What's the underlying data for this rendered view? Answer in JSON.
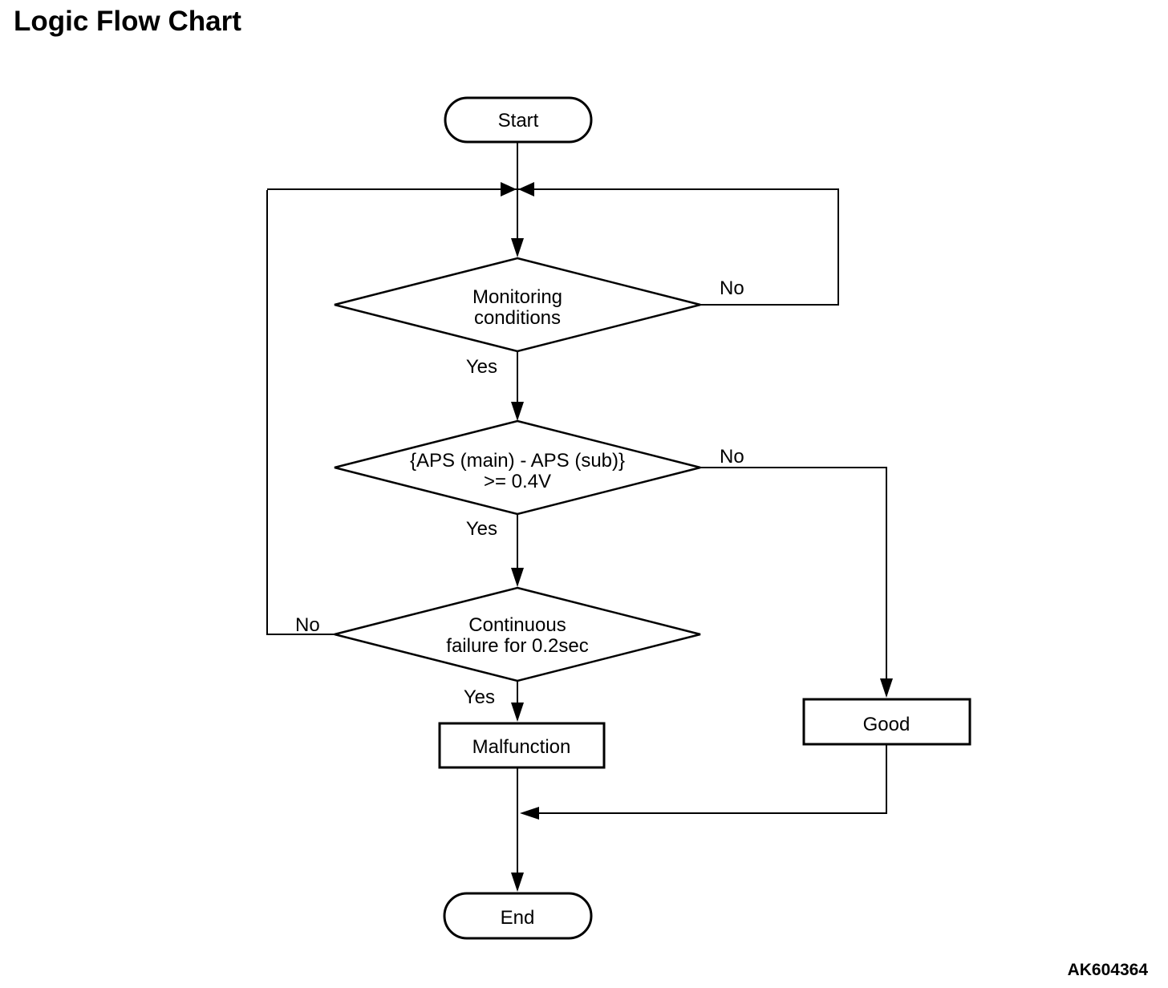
{
  "page": {
    "title": "Logic Flow Chart",
    "figure_code": "AK604364"
  },
  "flowchart": {
    "nodes": {
      "start": {
        "type": "terminator",
        "label": "Start"
      },
      "decision_monitoring": {
        "type": "decision",
        "label_line1": "Monitoring",
        "label_line2": "conditions"
      },
      "decision_aps": {
        "type": "decision",
        "label_line1": "{APS (main) - APS (sub)}",
        "label_line2": ">= 0.4V"
      },
      "decision_continuous": {
        "type": "decision",
        "label_line1": "Continuous",
        "label_line2": "failure for 0.2sec"
      },
      "malfunction": {
        "type": "process",
        "label": "Malfunction"
      },
      "good": {
        "type": "process",
        "label": "Good"
      },
      "end": {
        "type": "terminator",
        "label": "End"
      }
    },
    "branch_labels": {
      "monitoring_no": "No",
      "monitoring_yes": "Yes",
      "aps_no": "No",
      "aps_yes": "Yes",
      "continuous_no": "No",
      "continuous_yes": "Yes"
    },
    "colors": {
      "stroke": "#000000",
      "text": "#000000",
      "background": "#ffffff"
    }
  }
}
